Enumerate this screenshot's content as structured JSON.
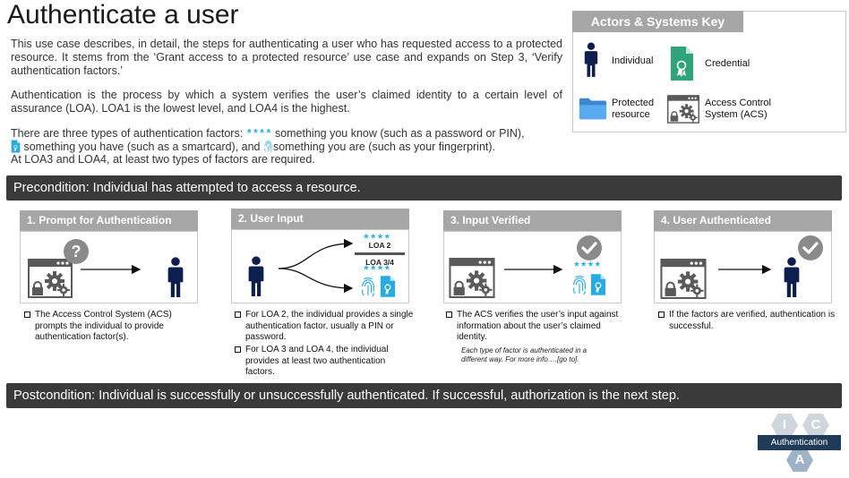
{
  "title": "Authenticate a user",
  "intro": {
    "p1": "This use case describes, in detail, the steps for authenticating a user who has requested access to a protected resource. It stems from the ‘Grant access to a protected resource’ use case and expands on Step 3, ‘Verify authentication factors.’",
    "p2": "Authentication is the process by which a system verifies the user’s claimed identity to a certain level of assurance (LOA).  LOA1 is the lowest level, and LOA4 is the highest.",
    "p3_prefix": "There are three types of authentication factors: ",
    "p3_stars": "****",
    "p3_know": " something you know (such as a password or PIN),",
    "p3_have": "something you have (such as a smartcard), and ",
    "p3_are": "something you are (such as your fingerprint).",
    "p4": "At LOA3 and LOA4, at least two types of factors are required."
  },
  "key": {
    "title": "Actors & Systems Key",
    "individual": "Individual",
    "credential": "Credential",
    "protected_resource": "Protected resource",
    "acs": "Access Control System (ACS)"
  },
  "precondition": "Precondition: Individual has attempted to access a resource.",
  "postcondition": "Postcondition: Individual is successfully or unsuccessfully authenticated.  If successful, authorization is the next step.",
  "steps": [
    {
      "title": "1. Prompt for Authentication",
      "bullets": [
        "The Access Control System (ACS) prompts the individual to provide authentication factor(s)."
      ]
    },
    {
      "title": "2. User Input",
      "loa2": "LOA 2",
      "loa34": "LOA 3/4",
      "stars": "****",
      "bullets": [
        "For LOA 2, the individual provides a single authentication factor, usually a PIN or password.",
        "For LOA 3 and LOA 4, the individual provides at least two authentication factors."
      ]
    },
    {
      "title": "3. Input Verified",
      "stars": "****",
      "bullets": [
        "The ACS verifies the user’s input against information about the user’s claimed identity."
      ],
      "note": "Each type of factor is authenticated in a different way.  For more info….[go to]."
    },
    {
      "title": "4. User Authenticated",
      "bullets": [
        "If the factors are verified, authentication is successful."
      ]
    }
  ],
  "badge": {
    "i": "I",
    "c": "C",
    "a": "A",
    "label": "Authentication"
  },
  "colors": {
    "banner": "#3a3a3a",
    "step_header": "#a6a6a6",
    "person": "#0f1f4d",
    "credential": "#2fa37a",
    "folder": "#4a9be0",
    "stars": "#29abe2",
    "badge_dark": "#1f3b57"
  }
}
